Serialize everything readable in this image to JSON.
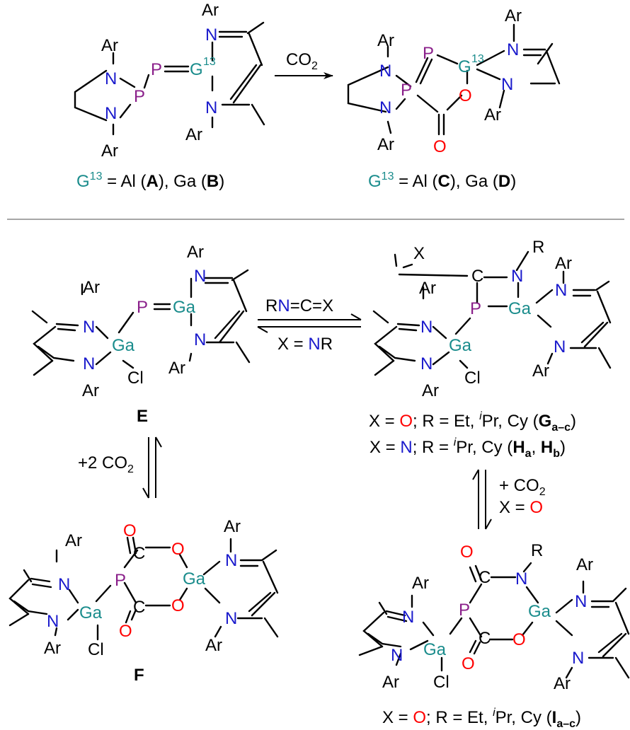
{
  "colors": {
    "nitrogen": "#1a1acc",
    "oxygen": "#ff0000",
    "phosphorus": "#8a1f8a",
    "metal": "#1a8c8c",
    "bond": "#000000"
  },
  "atoms": {
    "Ar": "Ar",
    "N": "N",
    "P": "P",
    "O": "O",
    "Ga": "Ga",
    "Cl": "Cl",
    "C": "C",
    "G": "G",
    "R": "R",
    "X": "X",
    "sup13": "13"
  },
  "top": {
    "reagent_C": "CO",
    "reagent_sub": "2",
    "caption_left": {
      "G": "G",
      "sup": "13",
      "t1": " = Al (",
      "A": "A",
      "t2": "), Ga (",
      "B": "B",
      "t3": ")"
    },
    "caption_right": {
      "G": "G",
      "sup": "13",
      "t1": " = Al (",
      "C": "C",
      "t2": "), Ga (",
      "D": "D",
      "t3": ")"
    }
  },
  "reversible_reagent": {
    "R": "R",
    "N": "N",
    "eq1": "=",
    "C": "C",
    "eq2": "=",
    "X": "X",
    "sub_X": "X = ",
    "sub_N": "N",
    "sub_R": "R"
  },
  "labels": {
    "E": "E",
    "F": "F"
  },
  "G_captions": {
    "l1": {
      "a": "X = ",
      "O": "O",
      "b": "; R = Et, ",
      "i": "i",
      "c": "Pr, Cy (",
      "G": "G",
      "sub": "a–c",
      "d": ")"
    },
    "l2": {
      "a": "X = ",
      "N": "N",
      "b": "; R = ",
      "i": "i",
      "c": "Pr, Cy (",
      "H1": "H",
      "s1": "a",
      "comma": ", ",
      "H2": "H",
      "s2": "b",
      "d": ")"
    }
  },
  "E_to_F": {
    "t": "+2 CO",
    "sub": "2"
  },
  "G_to_I": {
    "t": "+ CO",
    "sub": "2",
    "x": "X = ",
    "O": "O"
  },
  "I_caption": {
    "a": "X = ",
    "O": "O",
    "b": "; R = Et, ",
    "i": "i",
    "c": "Pr, Cy (",
    "I": "I",
    "sub": "a–c",
    "d": ")"
  }
}
